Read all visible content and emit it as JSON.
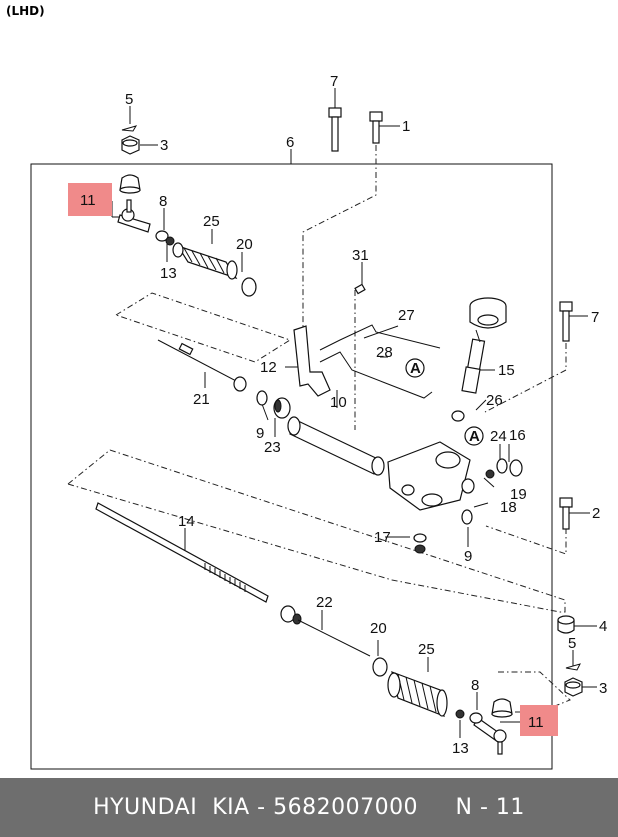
{
  "header": {
    "variant": "(LHD)"
  },
  "callouts": {
    "c1": "1",
    "c2": "2",
    "c3a": "3",
    "c3b": "3",
    "c4": "4",
    "c5a": "5",
    "c5b": "5",
    "c6": "6",
    "c7a": "7",
    "c7b": "7",
    "c8a": "8",
    "c8b": "8",
    "c9a": "9",
    "c9b": "9",
    "c10": "10",
    "c11a": "11",
    "c11b": "11",
    "c12": "12",
    "c13a": "13",
    "c13b": "13",
    "c14": "14",
    "c15": "15",
    "c16": "16",
    "c17": "17",
    "c18": "18",
    "c19": "19",
    "c20a": "20",
    "c20b": "20",
    "c21": "21",
    "c22": "22",
    "c23": "23",
    "c24": "24",
    "c25a": "25",
    "c25b": "25",
    "c26": "26",
    "c27": "27",
    "c28": "28",
    "c31": "31",
    "markerA1": "A",
    "markerA2": "A"
  },
  "highlight_color": "#f08a8a",
  "footer": {
    "text": "HYUNDAI  KIA - 5682007000     N - 11"
  }
}
